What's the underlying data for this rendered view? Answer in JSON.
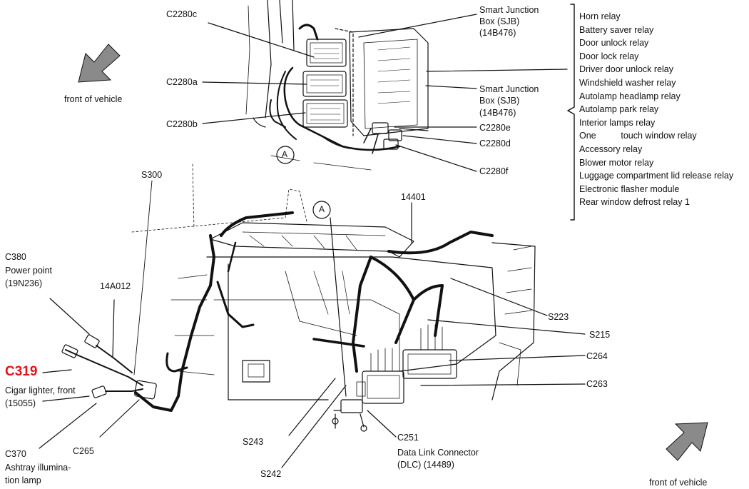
{
  "labels": {
    "c2280c": "C2280c",
    "c2280a": "C2280a",
    "c2280b": "C2280b",
    "sjb_top_1": "Smart Junction",
    "sjb_top_2": "Box (SJB)",
    "sjb_top_3": "(14B476)",
    "sjb_mid_1": "Smart Junction",
    "sjb_mid_2": "Box (SJB)",
    "sjb_mid_3": "(14B476)",
    "c2280e": "C2280e",
    "c2280d": "C2280d",
    "c2280f": "C2280f",
    "front_top": "front of vehicle",
    "front_bottom": "front of vehicle",
    "s300": "S300",
    "callout_a_top": "A",
    "callout_a_mid": "A",
    "n14401": "14401",
    "c380": "C380",
    "power_point": "Power point",
    "c380_part": "(19N236)",
    "n14a012": "14A012",
    "c319": "C319",
    "cigar": "Cigar lighter, front",
    "cigar_part": "(15055)",
    "c370": "C370",
    "ashtray_1": "Ashtray illumina-",
    "ashtray_2": "tion lamp",
    "c265": "C265",
    "s223": "S223",
    "s215": "S215",
    "c264": "C264",
    "c263": "C263",
    "s243": "S243",
    "s242": "S242",
    "c251": "C251",
    "dlc_1": "Data Link Connector",
    "dlc_2": "(DLC) (14489)"
  },
  "relays": [
    "Horn relay",
    "Battery saver relay",
    "Door unlock relay",
    "Door lock relay",
    "Driver door unlock relay",
    "Windshield washer relay",
    "Autolamp headlamp relay",
    "Autolamp park relay",
    "Interior lamps relay",
    "One          touch window relay",
    "Accessory relay",
    "Blower motor relay",
    "Luggage compartment lid release relay",
    "Electronic flasher module",
    "Rear window defrost relay 1"
  ],
  "colors": {
    "highlight": "#e0141c",
    "line": "#111111",
    "arrow": "#8a8a8a"
  }
}
